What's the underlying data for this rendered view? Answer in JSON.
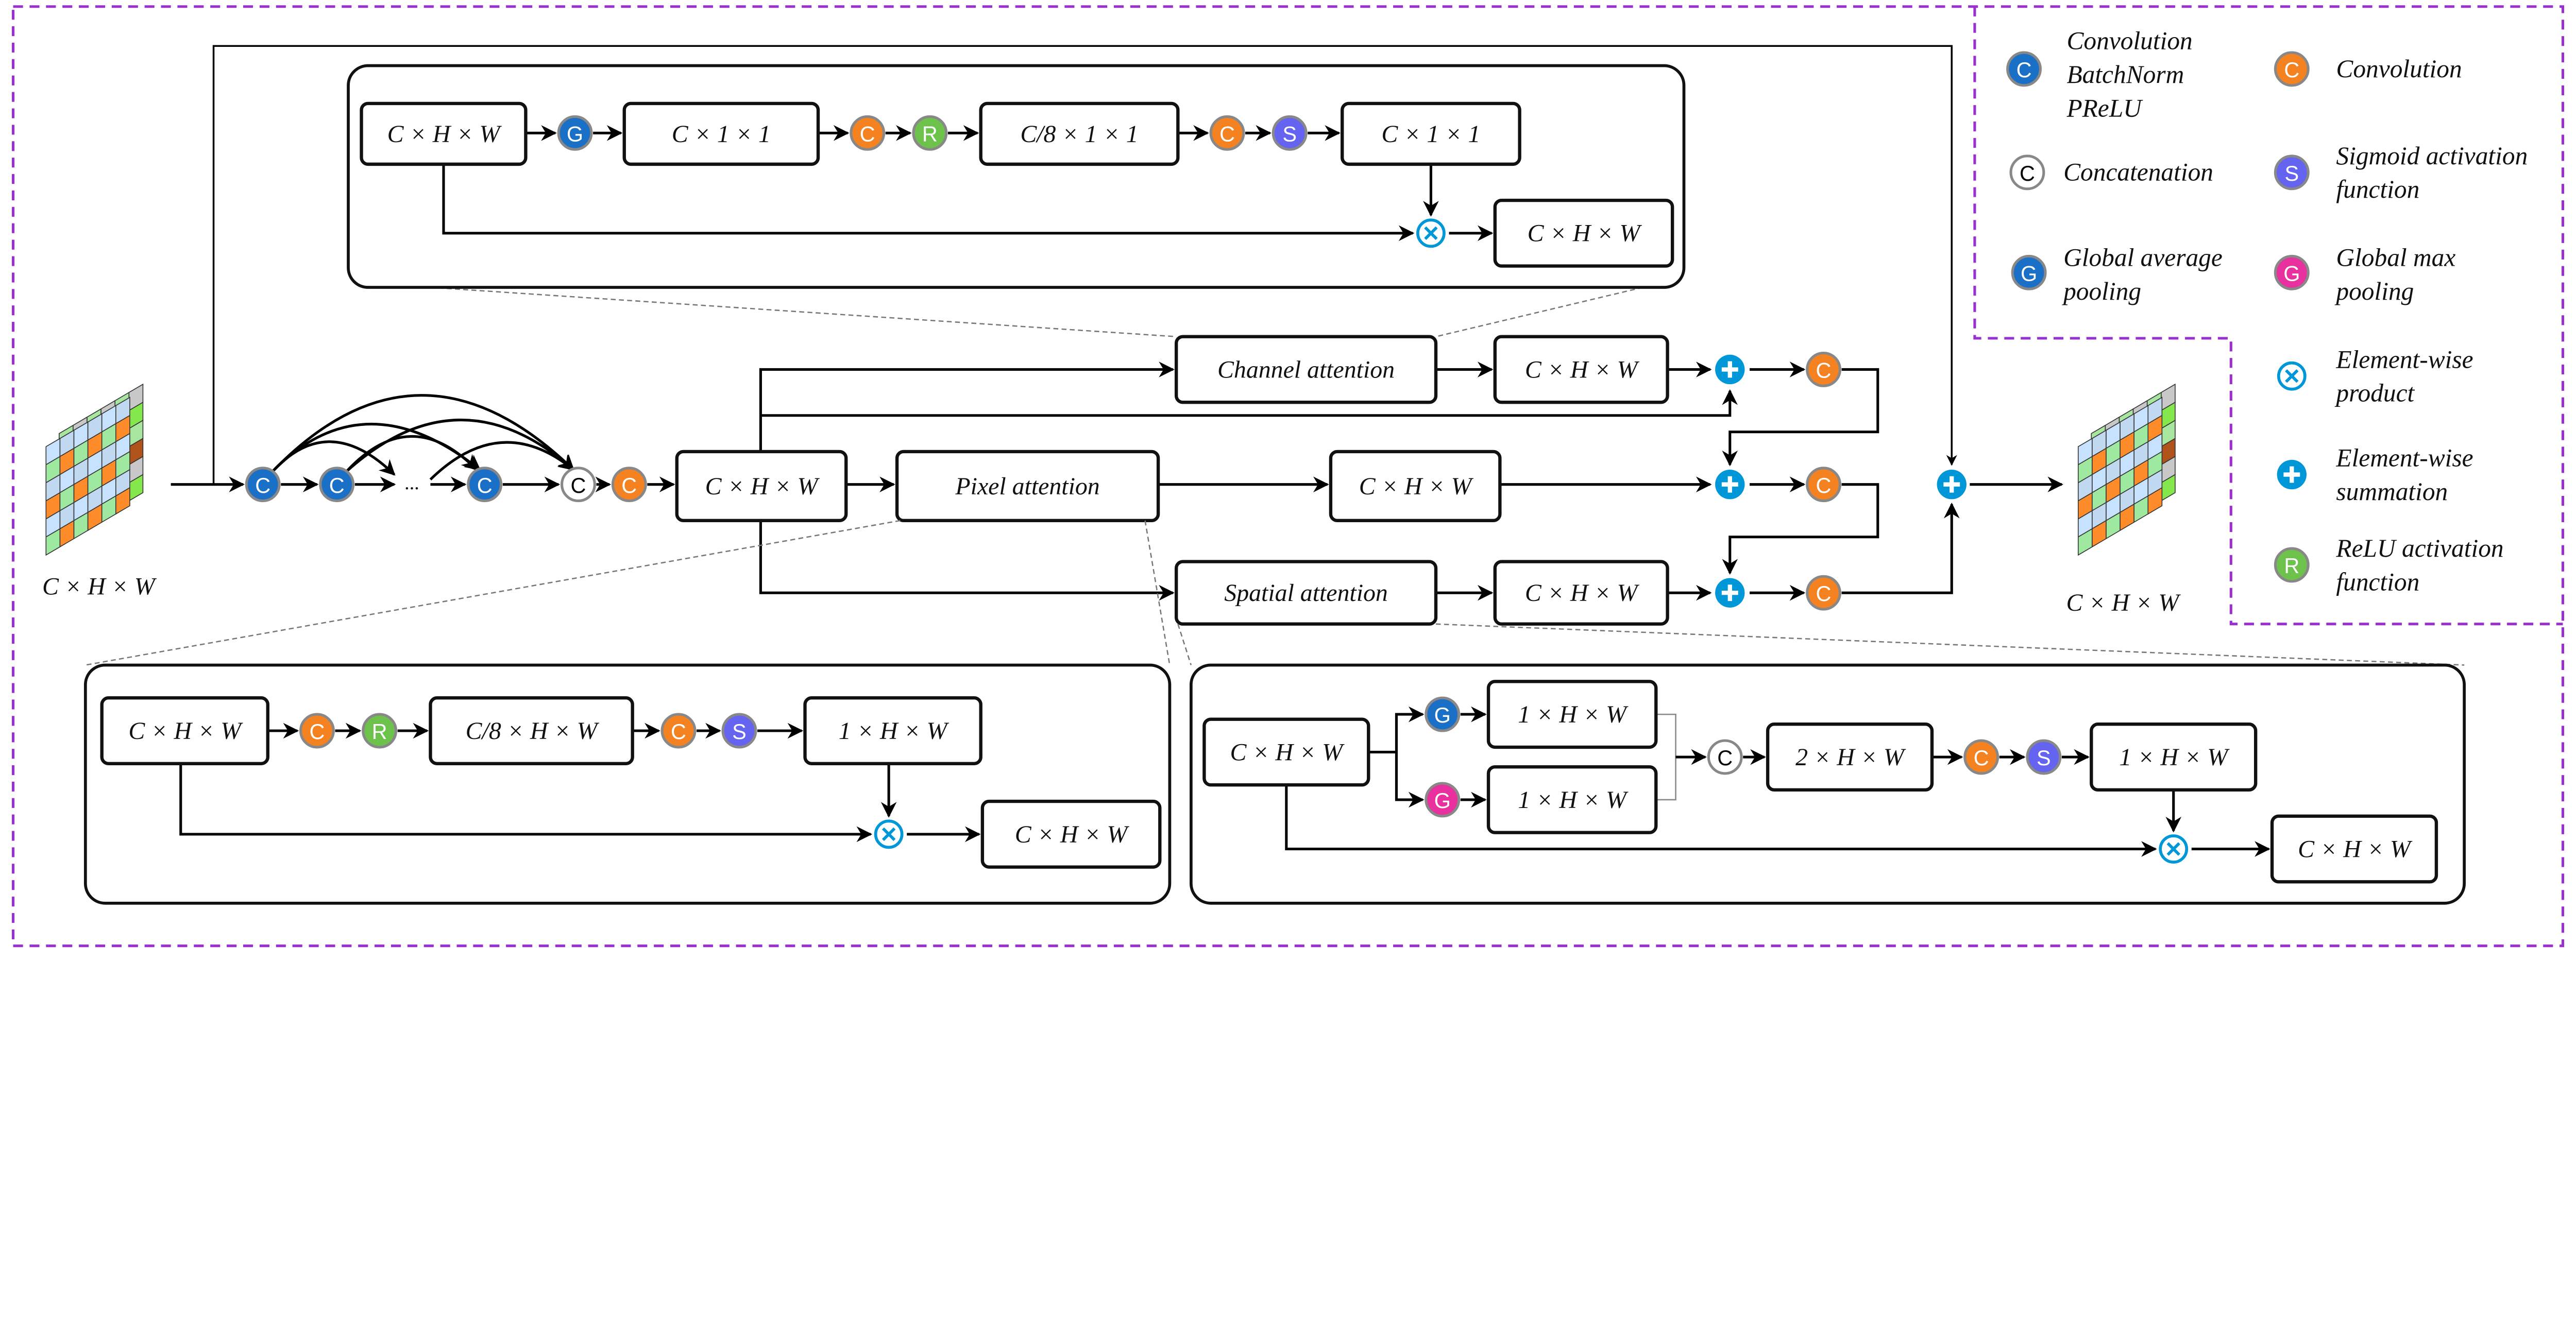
{
  "colors": {
    "cbp": "#1a6fc6",
    "conv": "#f58220",
    "concat": "#ffffff",
    "relu": "#6cc24a",
    "sigmoid": "#6464f0",
    "gap": "#1a6fc6",
    "gmp": "#e8309e",
    "elementwise": "#0097d8",
    "legend_border": "#9b30d0"
  },
  "symbols": {
    "cbp": "C",
    "conv": "C",
    "concat": "C",
    "gap": "G",
    "gmp": "G",
    "sigmoid": "S",
    "relu": "R"
  },
  "dims": {
    "chw": "C × H × W",
    "c11": "C × 1 × 1",
    "c8_11": "C/8 × 1 × 1",
    "c8_hw": "C/8 × H × W",
    "one_hw": "1 × H × W",
    "two_hw": "2 × H × W"
  },
  "ellipsis": "...",
  "modules": {
    "channel": "Channel attention",
    "pixel": "Pixel attention",
    "spatial": "Spatial attention"
  },
  "legend": {
    "cbp": [
      "Convolution",
      "BatchNorm",
      "PReLU"
    ],
    "conv": [
      "Convolution"
    ],
    "concat": [
      "Concatenation"
    ],
    "sigmoid": [
      "Sigmoid activation",
      "function"
    ],
    "gap": [
      "Global average",
      "pooling"
    ],
    "gmp": [
      " Global max",
      "pooling"
    ],
    "product": [
      "Element-wise",
      "product"
    ],
    "sum": [
      "Element-wise",
      "summation"
    ],
    "relu": [
      "ReLU activation",
      "function"
    ]
  }
}
